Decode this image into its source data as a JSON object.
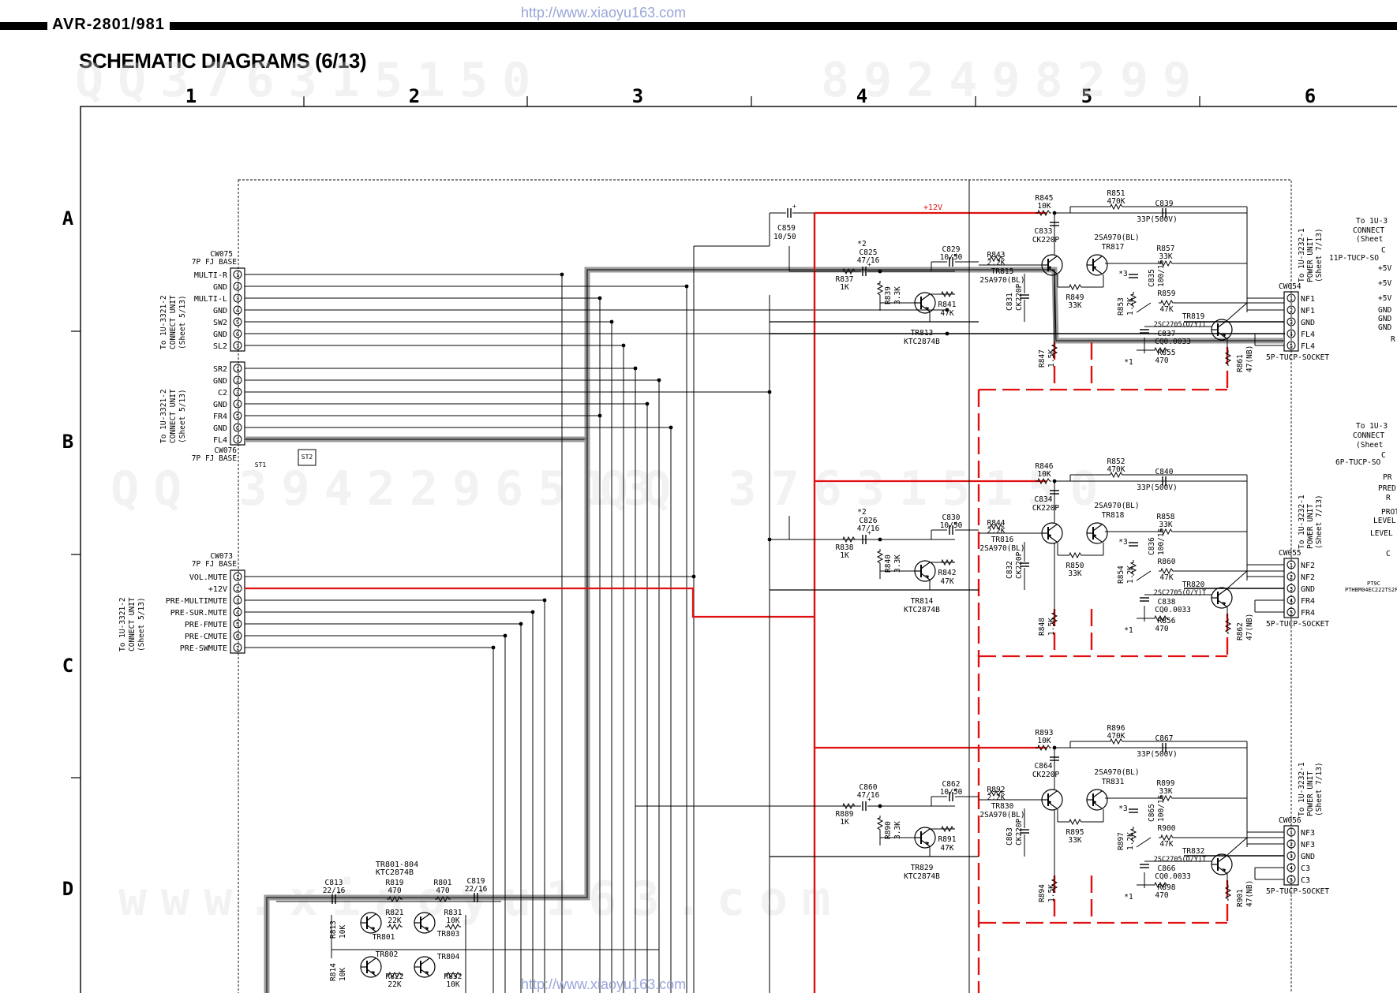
{
  "header": {
    "model": "AVR-2801/981",
    "title": "SCHEMATIC DIAGRAMS (6/13)",
    "url_top": "http://www.xiaoyu163.com",
    "url_bottom": "http://www.xiaoyu163.com"
  },
  "grid": {
    "columns": [
      "1",
      "2",
      "3",
      "4",
      "5",
      "6"
    ],
    "rows": [
      "A",
      "B",
      "C",
      "D"
    ]
  },
  "connectors_left": [
    {
      "ref": "CW075",
      "type": "7P FJ BASE",
      "dest": [
        "To 1U-3321-2",
        "CONNECT UNIT",
        "(Sheet 5/13)"
      ],
      "pins": [
        "MULTI-R",
        "GND",
        "MULTI-L",
        "GND",
        "SW2",
        "GND",
        "SL2"
      ]
    },
    {
      "ref": "CW076",
      "type": "7P FJ BASE",
      "dest": [
        "To 1U-3321-2",
        "CONNECT UNIT",
        "(Sheet 5/13)"
      ],
      "pins": [
        "SR2",
        "GND",
        "C2",
        "GND",
        "FR4",
        "GND",
        "FL4"
      ]
    },
    {
      "ref": "CW073",
      "type": "7P FJ BASE",
      "dest": [
        "To 1U-3321-2",
        "CONNECT UNIT",
        "(Sheet 5/13)"
      ],
      "pins": [
        "VOL.MUTE",
        "+12V",
        "PRE-MULTIMUTE",
        "PRE-SUR.MUTE",
        "PRE-FMUTE",
        "PRE-CMUTE",
        "PRE-SWMUTE"
      ]
    }
  ],
  "connectors_right": [
    {
      "ref": "CW054",
      "type": "5P-TUCP-SOCKET",
      "dest": [
        "To 1U-3232-1",
        "POWER UNIT",
        "(Sheet 7/13)"
      ],
      "pins": [
        "NF1",
        "NF1",
        "GND",
        "FL4",
        "FL4"
      ]
    },
    {
      "ref": "CW055",
      "type": "5P-TUCP-SOCKET",
      "dest": [
        "To 1U-3232-1",
        "POWER UNIT",
        "(Sheet 7/13)"
      ],
      "pins": [
        "NF2",
        "NF2",
        "GND",
        "FR4",
        "FR4"
      ]
    },
    {
      "ref": "CW056",
      "type": "5P-TUCP-SOCKET",
      "dest": [
        "To 1U-3232-1",
        "POWER UNIT",
        "(Sheet 7/13)"
      ],
      "pins": [
        "NF3",
        "NF3",
        "GND",
        "C3",
        "C3"
      ]
    }
  ],
  "right_edge": [
    "To 1U-3",
    "CONNECT",
    "(Sheet",
    "C",
    "11P-TUCP-SO",
    "+5V",
    "+5V",
    "+5V",
    "GND",
    "GND",
    "GND",
    "R",
    "To 1U-3",
    "CONNECT",
    "(Sheet",
    "C",
    "6P-TUCP-SO",
    "PR",
    "PRED",
    "R",
    "PROT",
    "LEVEL",
    "LEVEL",
    "C",
    "PT9C",
    "PTHBM04EC222TS2F"
  ],
  "power_rail": "+12V",
  "test_points": [
    "ST1",
    "ST2"
  ],
  "channels": [
    {
      "C_in": [
        "C825",
        "47/16"
      ],
      "C_fb": [
        "C829",
        "10/50"
      ],
      "R_in": [
        "R837",
        "1K"
      ],
      "R_b": [
        "R839",
        "3.3K"
      ],
      "R_c": [
        "R841",
        "47K"
      ],
      "TR_mute": [
        "TR813",
        "KTC2874B"
      ],
      "R_top": [
        "R845",
        "10K"
      ],
      "R_fb": [
        "R851",
        "470K"
      ],
      "C_comp": [
        "C839",
        "33P(500V)"
      ],
      "C_mil": [
        "C833",
        "CK220P"
      ],
      "R_e": [
        "R843",
        "2.2K"
      ],
      "TR_in": [
        "TR815",
        "2SA970(BL)"
      ],
      "TR_mir": [
        "TR817",
        "2SA970(BL)"
      ],
      "R_857": [
        "R857",
        "33K"
      ],
      "C_e": [
        "C835",
        "100/16"
      ],
      "C_ck": [
        "C831",
        "CK220P"
      ],
      "R_849": [
        "R849",
        "33K"
      ],
      "R_853": [
        "R853",
        "1.2K"
      ],
      "R_859": [
        "R859",
        "47K"
      ],
      "TR_out": [
        "TR819",
        "2SC2705(O/Y)T"
      ],
      "C_q": [
        "C837",
        "CQ0.0033"
      ],
      "R_855": [
        "R855",
        "470"
      ],
      "R_847": [
        "R847",
        "1.5K"
      ],
      "R_861": [
        "R861",
        "47(NB)"
      ],
      "mark": "*2",
      "mark2": "*3",
      "mark3": "*1"
    },
    {
      "C_in": [
        "C826",
        "47/16"
      ],
      "C_fb": [
        "C830",
        "10/50"
      ],
      "R_in": [
        "R838",
        "1K"
      ],
      "R_b": [
        "R840",
        "3.3K"
      ],
      "R_c": [
        "R842",
        "47K"
      ],
      "TR_mute": [
        "TR814",
        "KTC2874B"
      ],
      "R_top": [
        "R846",
        "10K"
      ],
      "R_fb": [
        "R852",
        "470K"
      ],
      "C_comp": [
        "C840",
        "33P(500V)"
      ],
      "C_mil": [
        "C834",
        "CK220P"
      ],
      "R_e": [
        "R844",
        "2.2K"
      ],
      "TR_in": [
        "TR816",
        "2SA970(BL)"
      ],
      "TR_mir": [
        "TR818",
        "2SA970(BL)"
      ],
      "R_857": [
        "R858",
        "33K"
      ],
      "C_e": [
        "C836",
        "100/16"
      ],
      "C_ck": [
        "C832",
        "CK220P"
      ],
      "R_849": [
        "R850",
        "33K"
      ],
      "R_853": [
        "R854",
        "1.2K"
      ],
      "R_859": [
        "R860",
        "47K"
      ],
      "TR_out": [
        "TR820",
        "2SC2705(O/Y)T"
      ],
      "C_q": [
        "C838",
        "CQ0.0033"
      ],
      "R_855": [
        "R856",
        "470"
      ],
      "R_847": [
        "R848",
        "1.5K"
      ],
      "R_861": [
        "R862",
        "47(NB)"
      ],
      "mark": "*2",
      "mark2": "*3",
      "mark3": "*1"
    },
    {
      "C_in": [
        "C860",
        "47/16"
      ],
      "C_fb": [
        "C862",
        "10/50"
      ],
      "R_in": [
        "R889",
        "1K"
      ],
      "R_b": [
        "R890",
        "3.3K"
      ],
      "R_c": [
        "R891",
        "47K"
      ],
      "TR_mute": [
        "TR829",
        "KTC2874B"
      ],
      "R_top": [
        "R893",
        "10K"
      ],
      "R_fb": [
        "R896",
        "470K"
      ],
      "C_comp": [
        "C867",
        "33P(500V)"
      ],
      "C_mil": [
        "C864",
        "CK220P"
      ],
      "R_e": [
        "R892",
        "2.2K"
      ],
      "TR_in": [
        "TR830",
        "2SA970(BL)"
      ],
      "TR_mir": [
        "TR831",
        "2SA970(BL)"
      ],
      "R_857": [
        "R899",
        "33K"
      ],
      "C_e": [
        "C865",
        "100/16"
      ],
      "C_ck": [
        "C863",
        "CK220P"
      ],
      "R_849": [
        "R895",
        "33K"
      ],
      "R_853": [
        "R897",
        "1.2K"
      ],
      "R_859": [
        "R900",
        "47K"
      ],
      "TR_out": [
        "TR832",
        "2SC2705(O/Y)T"
      ],
      "C_q": [
        "C866",
        "CQ0.0033"
      ],
      "R_855": [
        "R898",
        "470"
      ],
      "R_847": [
        "R894",
        "1.5K"
      ],
      "R_861": [
        "R901",
        "47(NB)"
      ],
      "mark": "",
      "mark2": "*3",
      "mark3": "*1"
    }
  ],
  "mute_block": {
    "label": "TR801-804",
    "type": "KTC2874B",
    "parts": [
      [
        "C813",
        "22/16"
      ],
      [
        "R819",
        "470"
      ],
      [
        "R801",
        "470"
      ],
      [
        "C819",
        "22/16"
      ],
      [
        "R821",
        "22K"
      ],
      [
        "R831",
        "10K"
      ],
      [
        "R813",
        "10K"
      ],
      [
        "TR801",
        ""
      ],
      [
        "TR803",
        ""
      ],
      [
        "TR802",
        ""
      ],
      [
        "TR804",
        ""
      ],
      [
        "R814",
        "10K"
      ],
      [
        "R822",
        "22K"
      ],
      [
        "R832",
        "10K"
      ]
    ]
  },
  "colors": {
    "rail": "#e01010",
    "wire": "#000000",
    "bus": "#9a9a9a",
    "watermark": "#e8c8c8"
  }
}
